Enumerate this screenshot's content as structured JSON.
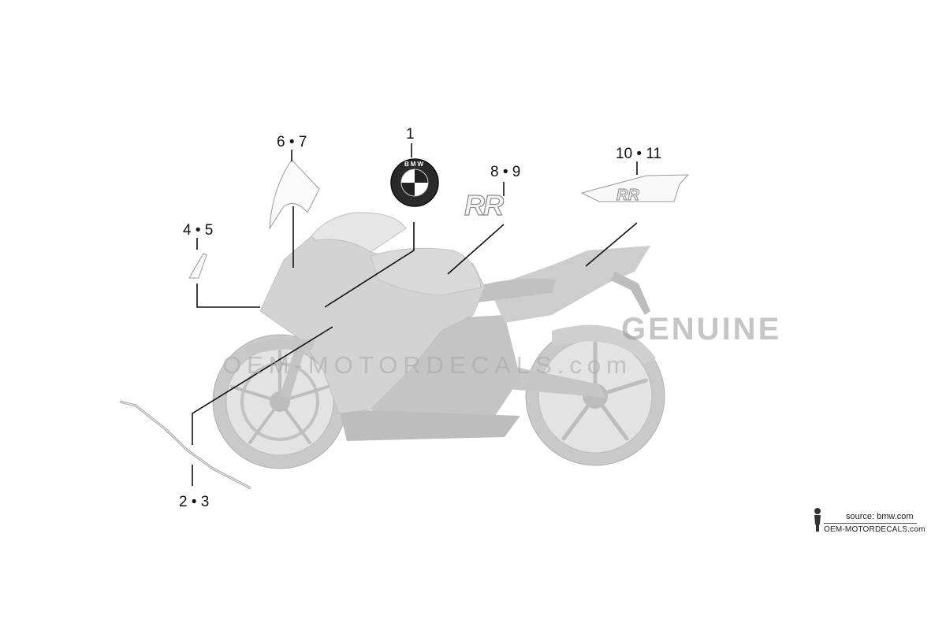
{
  "callouts": {
    "c1": "1",
    "c2_3": "2 • 3",
    "c4_5": "4 • 5",
    "c6_7": "6 • 7",
    "c8_9": "8 • 9",
    "c10_11": "10 • 11"
  },
  "badge": {
    "letters": "BMW"
  },
  "decal_text": {
    "rr": "RR"
  },
  "watermark": {
    "top": "GENUINE",
    "bottom": "OEM-MOTORDECALS.com"
  },
  "credit": {
    "source": "source: bmw.com",
    "brand": "OEM-MOTORDECALS.com"
  },
  "colors": {
    "body": "#d3d3d3",
    "line": "#111111",
    "outline": "#9a9a9a"
  }
}
